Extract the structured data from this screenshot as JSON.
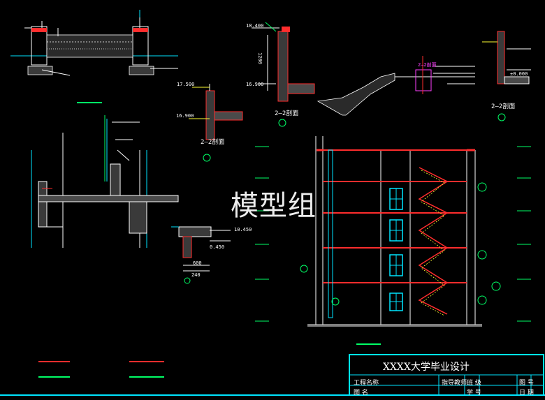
{
  "watermark": "模型组",
  "title_block": {
    "title": "XXXX大学毕业设计",
    "project_name_label": "工程名称",
    "drawing_name_label": "图 名",
    "advisor_label": "指导教师",
    "row_labels_mid": [
      "班 级",
      "学 号"
    ],
    "row_labels_right": [
      "图 号",
      "日 期"
    ]
  },
  "detail_labels": {
    "section_a": "2—2剖面",
    "section_b": "2—2剖面",
    "section_c": "2—2剖面",
    "section_d": "2—2剖面"
  },
  "elevations": {
    "e1": "17.500",
    "e2": "16.900",
    "e3": "18.400",
    "e4": "16.900",
    "e5": "±0.000",
    "e6": "0.450",
    "e7": "10.450"
  },
  "dims": {
    "d1": "1200",
    "d2": "600",
    "d3": "240"
  },
  "colors": {
    "cyan": "#00e5ff",
    "red": "#ff2d2d",
    "green": "#00ff66",
    "yellow": "#ffff33",
    "white": "#ffffff",
    "magenta": "#ff40ff"
  }
}
